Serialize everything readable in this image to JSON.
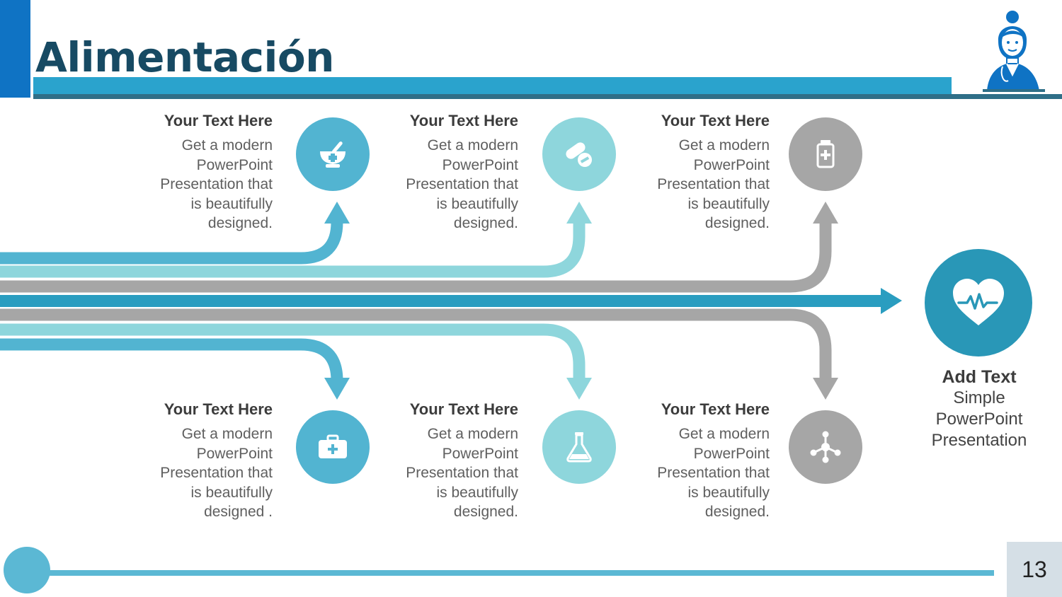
{
  "title": "Alimentación",
  "colors": {
    "brand_dark": "#174a63",
    "brand_blue": "#0f73c4",
    "accent_teal": "#2aa3cd",
    "path_blue": "#5bb8d4",
    "path_light": "#8ed6dc",
    "path_gray": "#a6a6a6",
    "path_main": "#2a9dc0"
  },
  "avatar_icon": "doctor-avatar-icon",
  "top_items": [
    {
      "heading": "Your Text Here",
      "body": [
        "Get a modern",
        "PowerPoint",
        "Presentation that",
        "is beautifully",
        "designed."
      ],
      "icon": "mortar-pestle-icon",
      "color": "#52b4d1"
    },
    {
      "heading": "Your Text Here",
      "body": [
        "Get a modern",
        "PowerPoint",
        "Presentation that",
        "is beautifully",
        "designed."
      ],
      "icon": "pills-icon",
      "color": "#8ed6dc"
    },
    {
      "heading": "Your Text Here",
      "body": [
        "Get a modern",
        "PowerPoint",
        "Presentation that",
        "is beautifully",
        "designed."
      ],
      "icon": "medicine-bottle-icon",
      "color": "#a6a6a6"
    }
  ],
  "bottom_items": [
    {
      "heading": "Your Text Here",
      "body": [
        "Get a modern",
        "PowerPoint",
        "Presentation that",
        "is beautifully",
        "designed ."
      ],
      "icon": "first-aid-kit-icon",
      "color": "#52b4d1"
    },
    {
      "heading": "Your Text Here",
      "body": [
        "Get a modern",
        "PowerPoint",
        "Presentation that",
        "is beautifully",
        "designed."
      ],
      "icon": "flask-icon",
      "color": "#8ed6dc"
    },
    {
      "heading": "Your Text Here",
      "body": [
        "Get a modern",
        "PowerPoint",
        "Presentation that",
        "is beautifully",
        "designed."
      ],
      "icon": "molecule-icon",
      "color": "#a6a6a6"
    }
  ],
  "center": {
    "icon": "heartbeat-icon",
    "heading": "Add Text",
    "body": [
      "Simple",
      "PowerPoint",
      "Presentation"
    ]
  },
  "page_number": "13"
}
